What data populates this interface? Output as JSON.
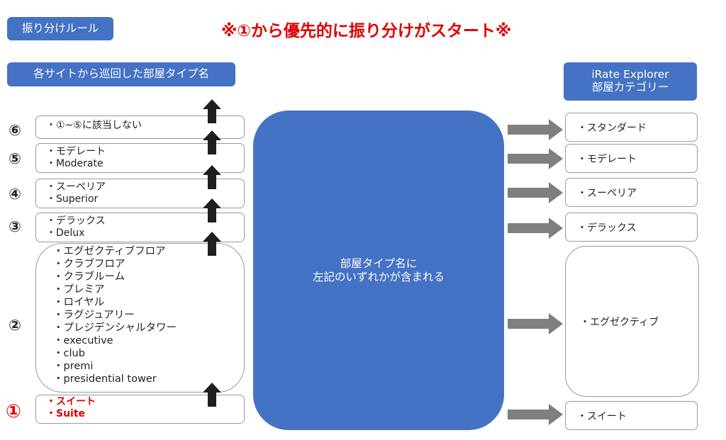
{
  "header": {
    "rule_label": "振り分けルール",
    "priority_note": "※①から優先的に振り分けがスタート※"
  },
  "left_column": {
    "heading": "各サイトから巡回した部屋タイプ名",
    "groups": [
      {
        "number": "⑥",
        "items": [
          "・①~⑤に該当しない"
        ]
      },
      {
        "number": "⑤",
        "items": [
          "・モデレート",
          "・Moderate"
        ]
      },
      {
        "number": "④",
        "items": [
          "・スーペリア",
          "・Superior"
        ]
      },
      {
        "number": "③",
        "items": [
          "・デラックス",
          "・Delux"
        ]
      },
      {
        "number": "②",
        "items": [
          "・エグゼクティブフロア",
          "・クラブフロア",
          "・クラブルーム",
          "・プレミア",
          "・ロイヤル",
          "・ラグジュアリー",
          "・プレジデンシャルタワー",
          "・executive",
          "・club",
          "・premi",
          "・presidential tower"
        ]
      },
      {
        "number": "①",
        "items": [
          "・スイート",
          "・Suite"
        ],
        "highlight": true
      }
    ]
  },
  "center": {
    "text_line1": "部屋タイプ名に",
    "text_line2": "左記のいずれかが含まれる"
  },
  "right_column": {
    "heading_line1": "iRate Explorer",
    "heading_line2": "部屋カテゴリー",
    "categories": [
      "・スタンダード",
      "・モデレート",
      "・スーペリア",
      "・デラックス",
      "・エグゼクティブ",
      "・スイート"
    ]
  },
  "colors": {
    "accent_blue": "#4472c4",
    "highlight_red": "#e00000",
    "arrow_dark": "#1f1f1f",
    "arrow_gray": "#7f7f7f"
  }
}
